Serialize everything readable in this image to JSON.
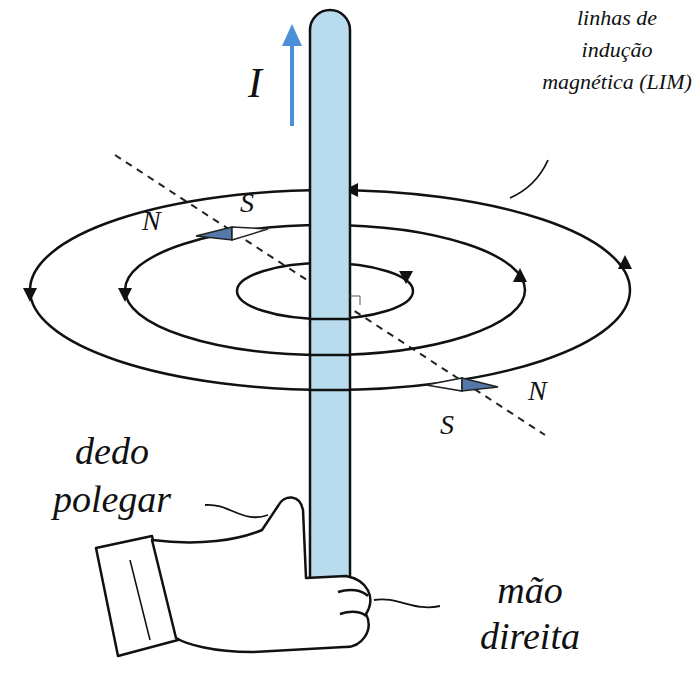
{
  "diagram": {
    "labels": [
      "linhas de indução magnética (LIM)",
      "I",
      "N",
      "S",
      "S",
      "N",
      "dedo polegar",
      "mão direita"
    ]
  }
}
